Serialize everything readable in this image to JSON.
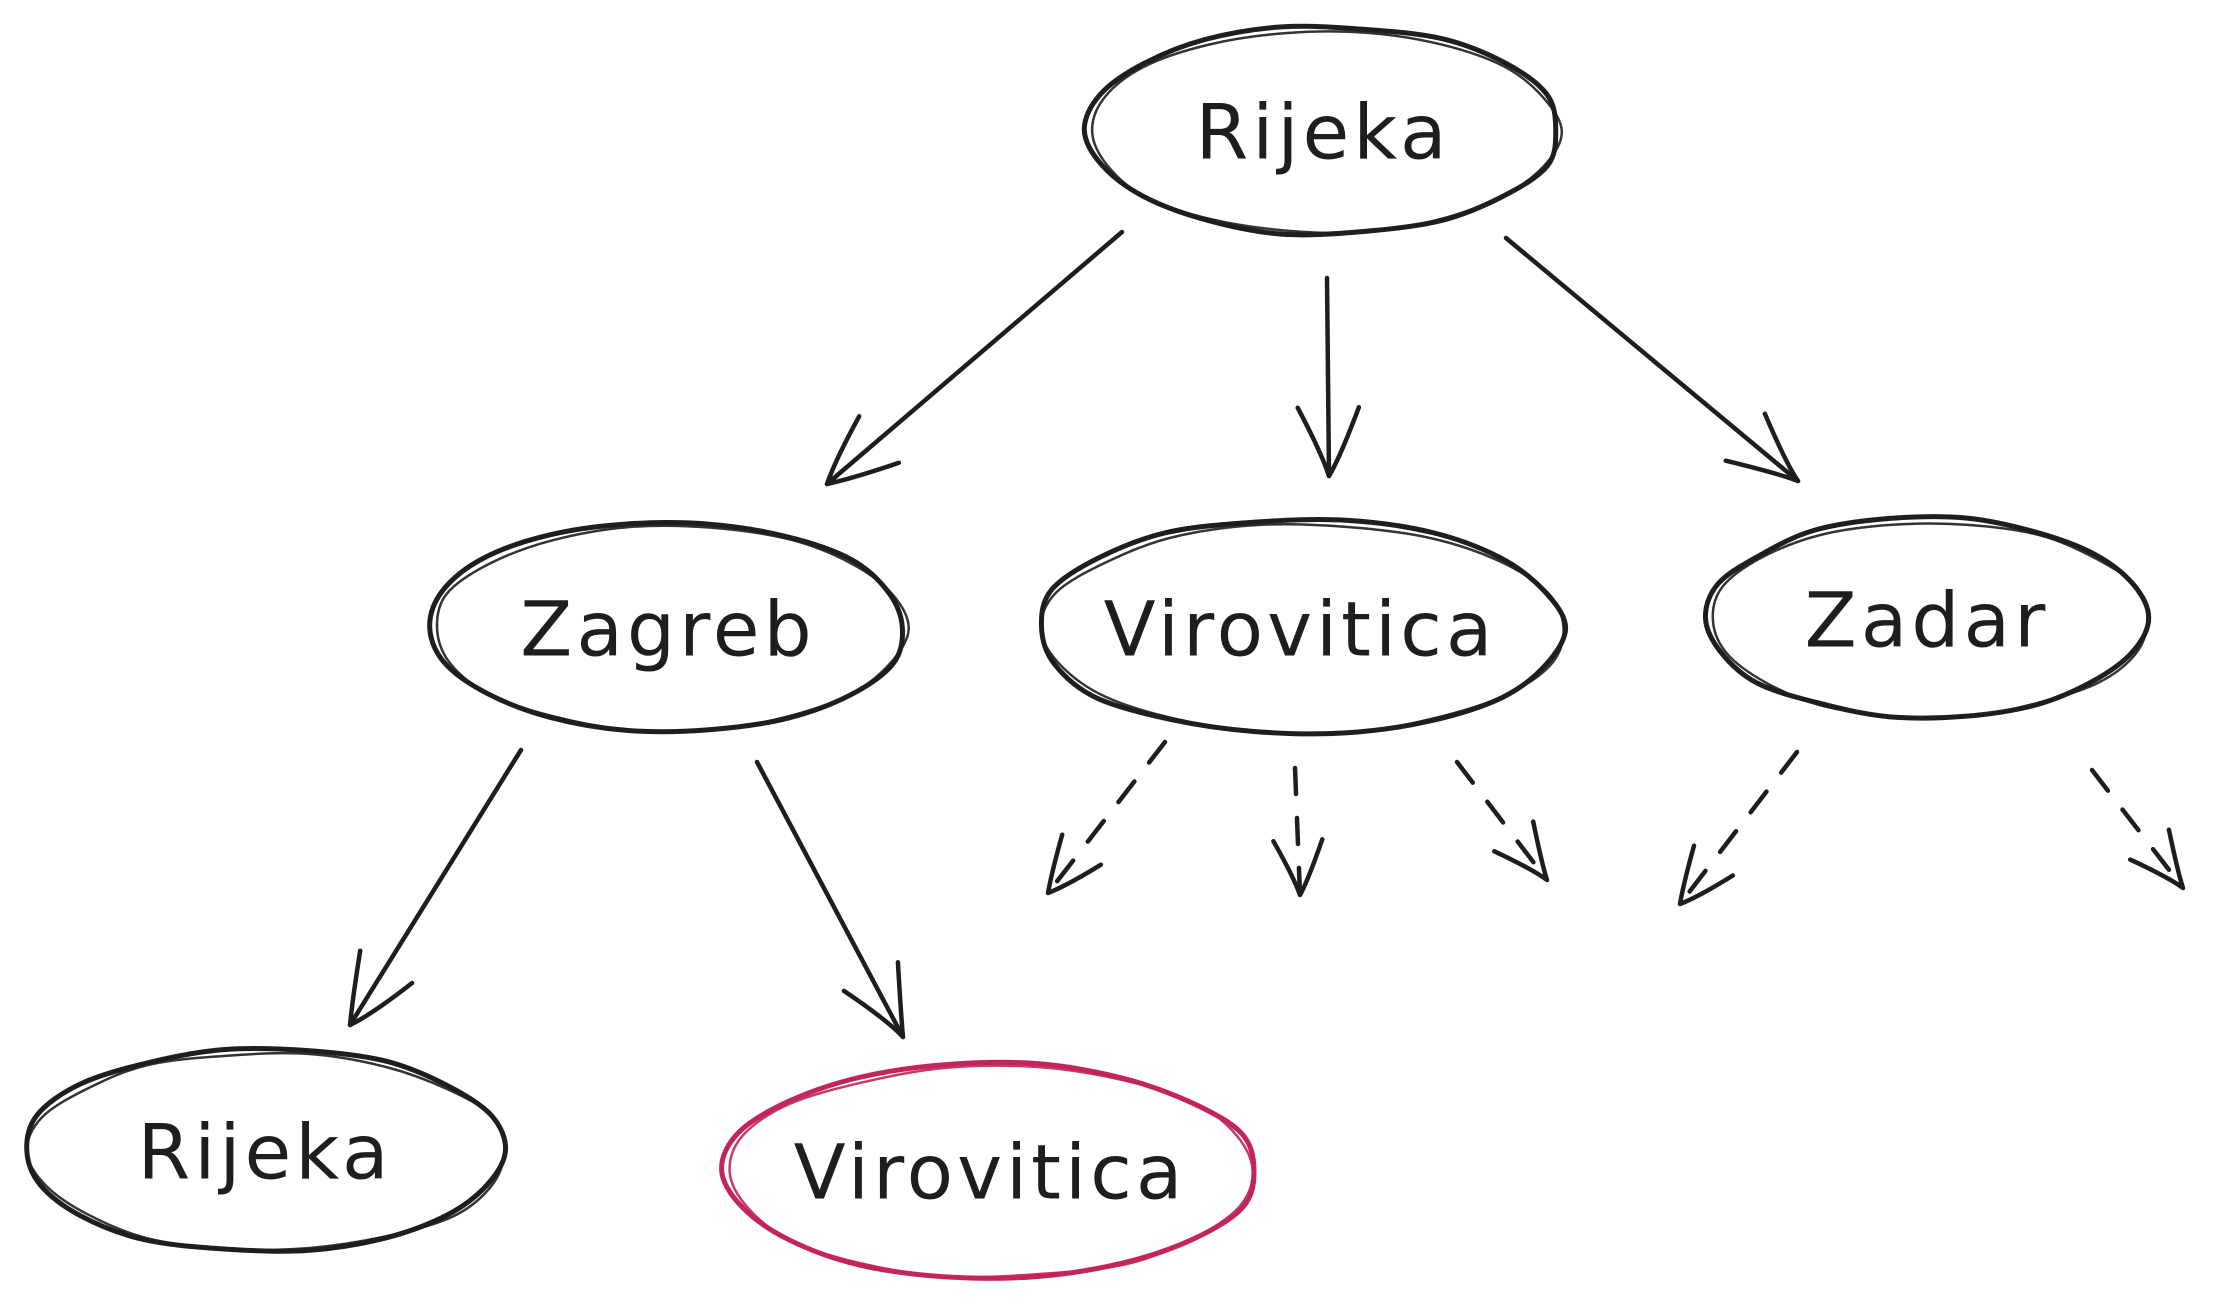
{
  "colors": {
    "ink": "#1e1e1e",
    "highlight": "#c2255c"
  },
  "nodes": [
    {
      "id": "root-rijeka",
      "label": "Rijeka",
      "highlighted": false
    },
    {
      "id": "zagreb",
      "label": "Zagreb",
      "highlighted": false
    },
    {
      "id": "virovitica-mid",
      "label": "Virovitica",
      "highlighted": false
    },
    {
      "id": "zadar",
      "label": "Zadar",
      "highlighted": false
    },
    {
      "id": "leaf-rijeka",
      "label": "Rijeka",
      "highlighted": false
    },
    {
      "id": "leaf-virovitica",
      "label": "Virovitica",
      "highlighted": true
    }
  ],
  "edges": [
    {
      "from": "root-rijeka",
      "to": "zagreb",
      "style": "solid"
    },
    {
      "from": "root-rijeka",
      "to": "virovitica-mid",
      "style": "solid"
    },
    {
      "from": "root-rijeka",
      "to": "zadar",
      "style": "solid"
    },
    {
      "from": "zagreb",
      "to": "leaf-rijeka",
      "style": "solid"
    },
    {
      "from": "zagreb",
      "to": "leaf-virovitica",
      "style": "solid"
    },
    {
      "from": "virovitica-mid",
      "to": null,
      "style": "dashed"
    },
    {
      "from": "virovitica-mid",
      "to": null,
      "style": "dashed"
    },
    {
      "from": "virovitica-mid",
      "to": null,
      "style": "dashed"
    },
    {
      "from": "zadar",
      "to": null,
      "style": "dashed"
    },
    {
      "from": "zadar",
      "to": null,
      "style": "dashed"
    }
  ]
}
